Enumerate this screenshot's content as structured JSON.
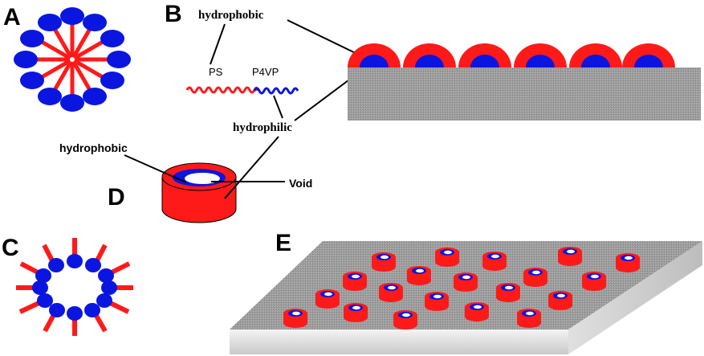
{
  "panels": {
    "a": "A",
    "b": "B",
    "c": "C",
    "d": "D",
    "e": "E"
  },
  "labels": {
    "hydrophobic_b": "hydrophobic",
    "ps": "PS",
    "p4vp": "P4VP",
    "hydrophilic": "hydrophilic",
    "hydrophobic_d": "hydrophobic",
    "void": "Void"
  },
  "colors": {
    "red": "#ff1a1a",
    "blue": "#0a16e0",
    "white": "#ffffff",
    "gray": "#9a9a9a",
    "black": "#000000"
  }
}
